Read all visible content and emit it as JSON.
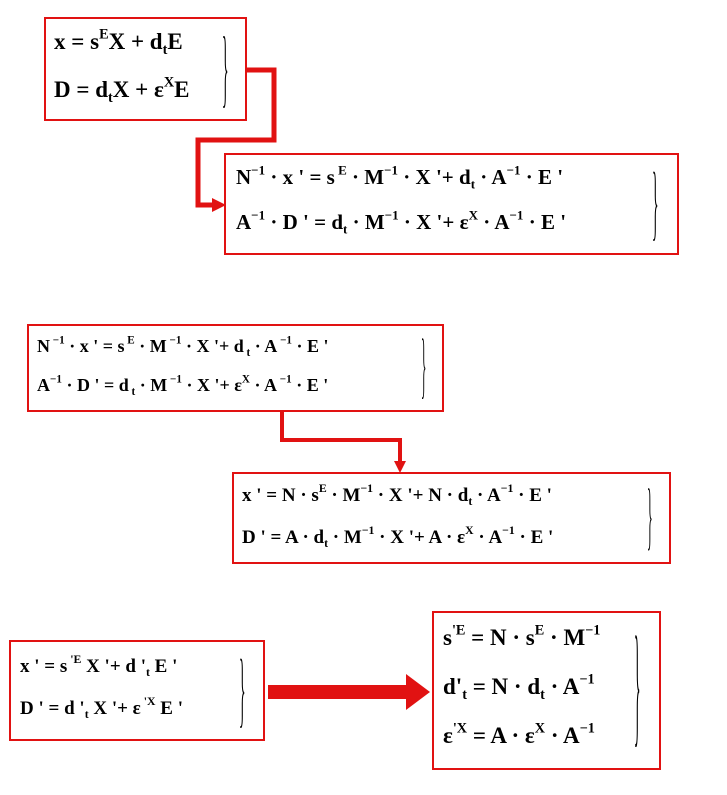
{
  "colors": {
    "accent": "#e11212",
    "text": "#000000",
    "background": "#ffffff"
  },
  "diagram": {
    "block1": {
      "source": {
        "eq1": "x = s<sup>E</sup>X + d<sub>t</sub>E",
        "eq2": "D = d<sub>t</sub>X + ε<sup>X</sup>E"
      },
      "target": {
        "eq1": "N<sup>−1</sup> · x ' = s<sup> E</sup> · M<sup>−1</sup> · X '+ d<sub>t</sub> · A<sup>−1</sup> · E '",
        "eq2": "A<sup>−1</sup> · D ' = d<sub>t</sub> · M<sup>−1</sup> · X '+ ε<sup>X</sup> · A<sup>−1</sup> · E '"
      }
    },
    "block2": {
      "source": {
        "eq1": "N<sup> −1</sup> · x ' = s<sup> E</sup> · M<sup> −1</sup> · X '+ d<sub> t</sub> · A<sup> −1</sup> · E '",
        "eq2": "A<sup>−1</sup> · D ' = d<sub> t</sub> · M<sup> −1</sup> · X '+ ε<sup>X</sup> · A<sup> −1</sup> · E '"
      },
      "target": {
        "eq1": "x ' = N · s<sup>E</sup> · M<sup>−1</sup> · X '+ N · d<sub>t</sub> · A<sup>−1</sup> · E '",
        "eq2": "D ' = A · d<sub>t</sub> · M<sup>−1</sup> · X '+ A · ε<sup>X</sup> · A<sup>−1</sup> · E '"
      }
    },
    "block3": {
      "source": {
        "eq1": "x ' = s<sup> 'E</sup> X '+ d '<sub>t</sub> E '",
        "eq2": "D ' = d '<sub>t</sub> X '+ ε<sup> 'X</sup> E '"
      },
      "target": {
        "eq1": "s<sup>'E</sup> = N · s<sup>E</sup> · M<sup>−1</sup>",
        "eq2": "d'<sub>t</sub> = N · d<sub>t</sub> · A<sup>−1</sup>",
        "eq3": "ε<sup>'X</sup> = A · ε<sup>X</sup> · A<sup>−1</sup>"
      }
    }
  }
}
